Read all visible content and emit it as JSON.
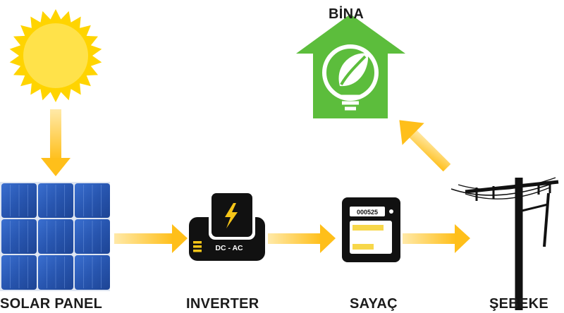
{
  "labels": {
    "solar_panel": "SOLAR PANEL",
    "inverter": "INVERTER",
    "sayac": "SAYAÇ",
    "sebeke": "ŞEBEKE",
    "bina": "BİNA"
  },
  "inverter_badge": "DC - AC",
  "meter_reading": "000525",
  "icons": {
    "sun": "sun-icon",
    "panel": "solar-panel-icon",
    "inverter": "inverter-icon",
    "meter": "electric-meter-icon",
    "pole": "power-pole-icon",
    "building": "house-leaf-bulb-icon"
  },
  "colors": {
    "sun": "#ffd400",
    "arrow": "#ffbf1a",
    "panel": "#1f4fa0",
    "house": "#5cbd3c",
    "device": "#111111",
    "meter_yellow": "#f7d74a",
    "text": "#1b1b1b"
  }
}
